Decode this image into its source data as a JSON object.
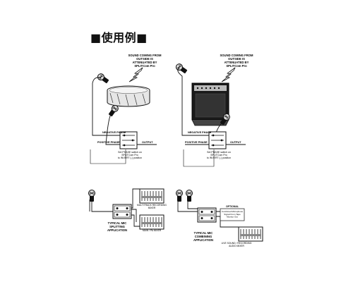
{
  "heading": "■使用例■",
  "panel_drum": {
    "note": "SOUND COMING FROM\nOUTSIDE IS\nATTENUATED BY\nSPLITCom Pro",
    "negative_label": "NEGATIVE PHASE",
    "positive_label": "POSITIVE PHASE",
    "output_label": "OUTPUT",
    "device_caption": "Set PHASE switch on\nSPLITCom Pro\nto INVERT (-) position"
  },
  "panel_amp": {
    "note": "SOUND COMING FROM\nOUTSIDE IS\nATTENUATED BY\nSPLITCom Pro",
    "negative_label": "NEGATIVE PHASE",
    "positive_label": "POSITIVE PHASE",
    "output_label": "OUTPUT",
    "device_caption": "Set PHASE switch on\nSPLITCom Pro\nto INVERT (-) position"
  },
  "panel_split": {
    "recorder_label": "MULTITRACK RECORDING\nMIXER",
    "pa_label": "MAIN / PA MIXER",
    "title": "TYPICAL MIC\nSPLITTING\nAPPLICATION"
  },
  "panel_combine": {
    "optional_title": "OPTIONAL",
    "optional_box": "Combined Microphone\nSignal From Tape\nMonitor Out",
    "mixer_label": "LIVE SOUND / RECORDING\nAUDIO MIXER",
    "title": "TYPICAL MIC\nCOMBINING\nAPPLICATION"
  }
}
